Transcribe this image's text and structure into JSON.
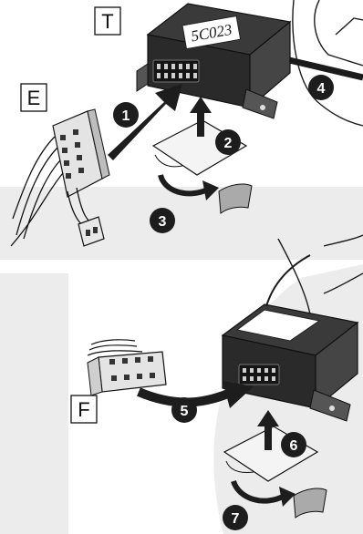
{
  "labels": {
    "module_top": "T",
    "harness_top": "E",
    "harness_bottom": "F"
  },
  "module_code": "5C023",
  "steps": [
    "1",
    "2",
    "3",
    "4",
    "5",
    "6",
    "7"
  ],
  "colors": {
    "band": "#ececec",
    "ink": "#1b1b1b",
    "module_dark": "#2a2a2a",
    "module_side": "#3c3c3c",
    "arrow": "#1d1d1d"
  }
}
